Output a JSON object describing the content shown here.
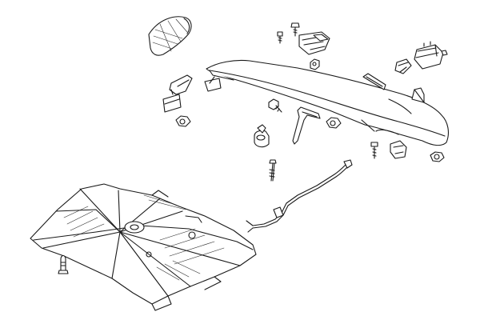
{
  "diagram": {
    "line_color": "#1a1a1a",
    "background": "#ffffff",
    "parts": [
      "grab-handle-cover",
      "hinge-bolt",
      "hinge-screw",
      "trunk-hinge",
      "hinge-nut",
      "lift-gate-module",
      "module-clip",
      "rear-spoiler",
      "spoiler-bracket",
      "spoiler-end-cap",
      "wiring-clip",
      "wiring-clip-holder",
      "retaining-nut",
      "mounting-bolt",
      "stop-lamp-bracket",
      "grommet",
      "rubber-bumper",
      "release-cable",
      "push-pin",
      "end-bracket",
      "trunk-lid-trim-panel",
      "trim-clip"
    ]
  }
}
